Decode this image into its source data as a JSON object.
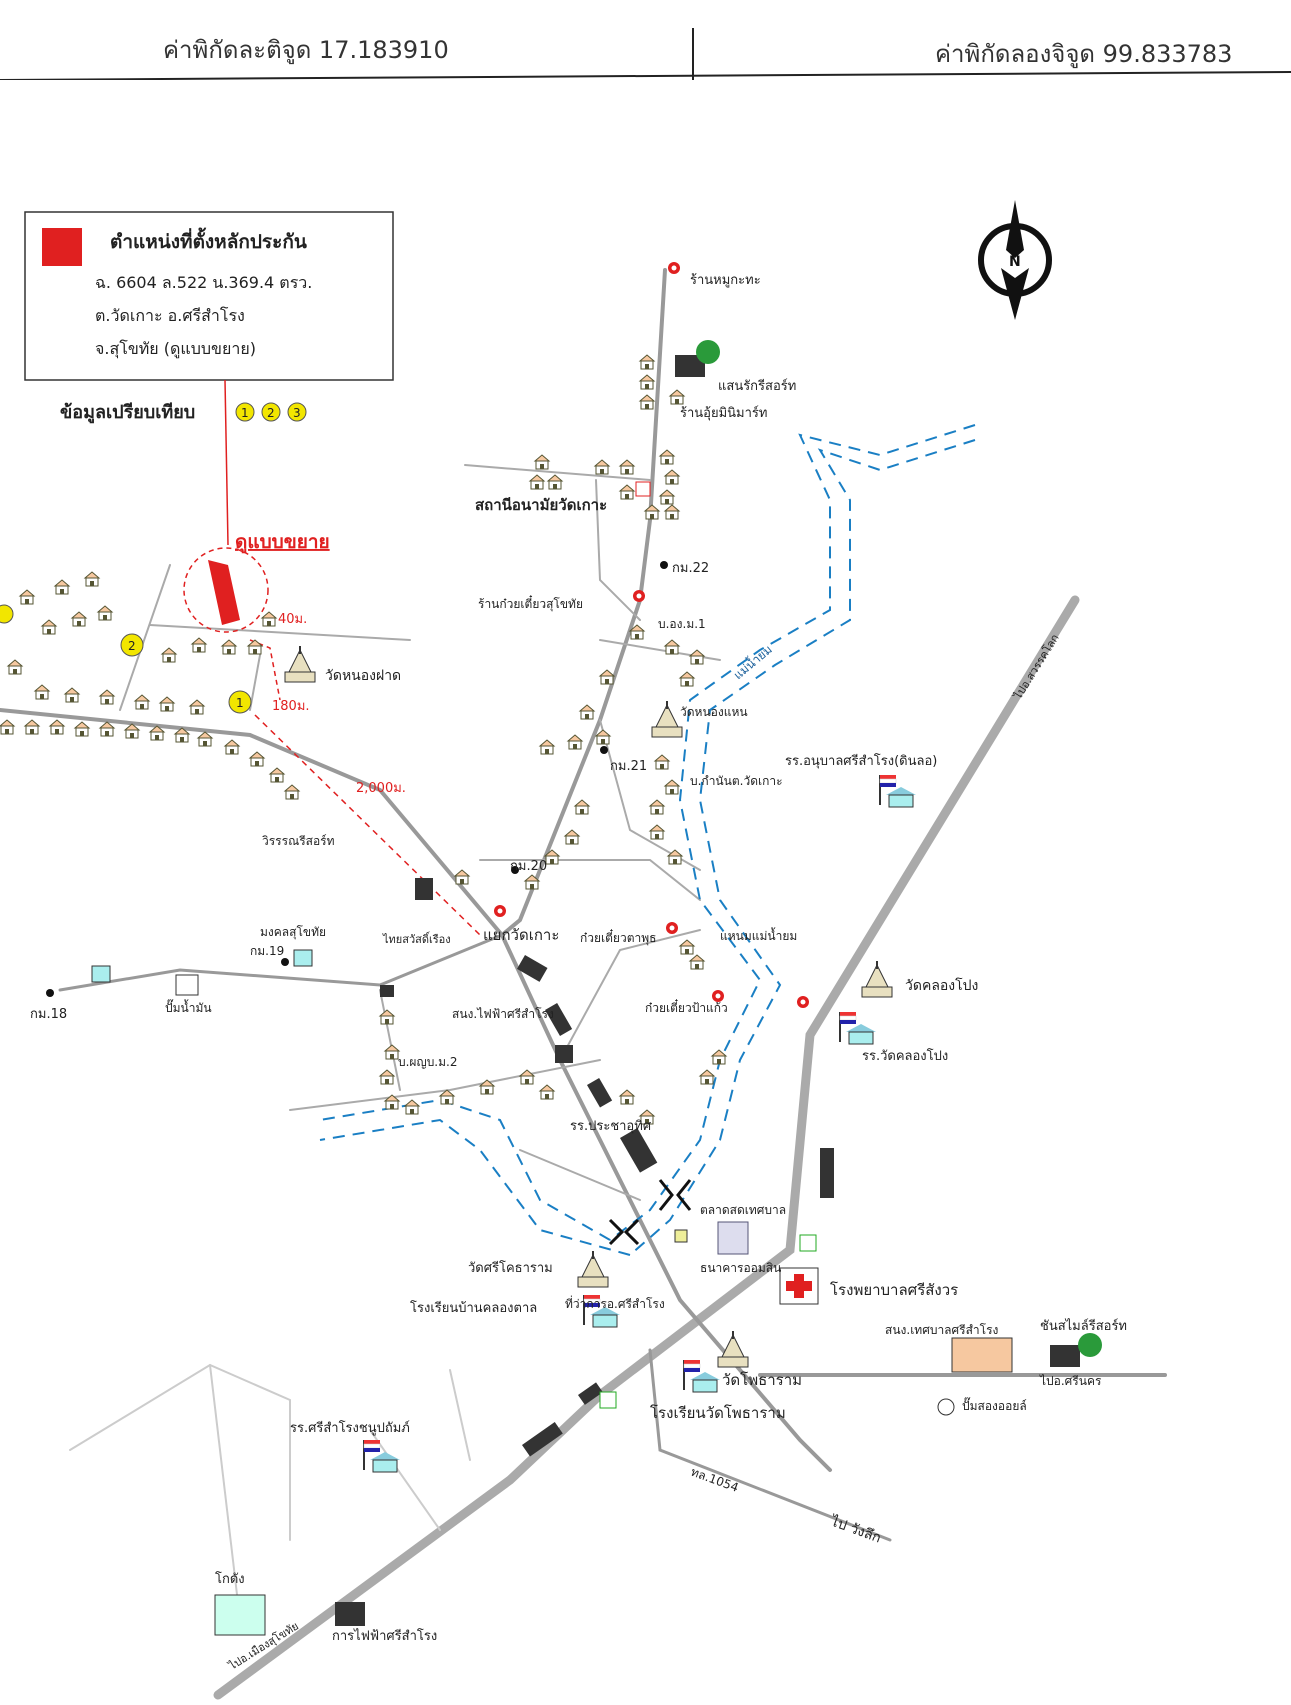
{
  "header": {
    "lat_label": "ค่าพิกัดละติจูด 17.183910",
    "lon_label": "ค่าพิกัดลองจิจูด 99.833783"
  },
  "legend": {
    "title": "ตำแหน่งที่ตั้งหลักประกัน",
    "line1": "ฉ. 6604  ล.522  น.369.4 ตรว.",
    "line2": "ต.วัดเกาะ  อ.ศรีสำโรง",
    "line3": "จ.สุโขทัย  (ดูแบบขยาย)",
    "color": "#e02020"
  },
  "comparison": {
    "label": "ข้อมูลเปรียบเทียบ",
    "markers": [
      "1",
      "2",
      "3"
    ],
    "color": "#f2e600"
  },
  "callout": {
    "label": "ดูแบบขยาย"
  },
  "distances": {
    "d40": "40ม.",
    "d180": "180ม.",
    "d2000": "2,000ม."
  },
  "compass": {
    "letter": "N"
  },
  "places": [
    "ร้านหมูกะทะ",
    "แสนรักรีสอร์ท",
    "ร้านอุ้ยมินิมาร์ท",
    "สถานีอนามัยวัดเกาะ",
    "กม.22",
    "ร้านก๋วยเตี๋ยวสุโขทัย",
    "บ.อง.ม.1",
    "วัดหนองฝาด",
    "วัดหนองแหน",
    "กม.21",
    "บ.กำนันต.วัดเกาะ",
    "รร.อนุบาลศรีสำโรง(ดินลอ)",
    "วิรรรณรีสอร์ท",
    "กม.20",
    "แยกวัดเกาะ",
    "ก๋วยเตี๋ยวตาพุธ",
    "แหนมแม่น้ำยม",
    "มงคลสุโขทัย",
    "กม.19",
    "ไทยสวัสดิ์เรือง",
    "กม.18",
    "ปั๊มน้ำมัน",
    "วัดคลองโปง",
    "ก๋วยเตี๋ยวป้าแก้ว",
    "รร.วัดคลองโปง",
    "สนง.ไฟฟ้าศรีสำโรง",
    "บ.ผญบ.ม.2",
    "รร.ประชาอุทิศ",
    "ตลาดสดเทศบาล",
    "วัดศรีโคธาราม",
    "ธนาคารออมสิน",
    "โรงพยาบาลศรีสังวร",
    "โรงเรียนบ้านคลองตาล",
    "ที่ว่าการอ.ศรีสำโรง",
    "สนง.เทศบาลศรีสำโรง",
    "ชันสไมล์รีสอร์ท",
    "วัดโพธาราม",
    "โรงเรียนวัดโพธาราม",
    "ปั๊มสองออยล์",
    "รร.ศรีสำโรงชนูปถัมภ์",
    "โกดัง",
    "การไฟฟ้าศรีสำโรง",
    "ไป วังลึก",
    "แม่น้ำยม",
    "ทล.1054",
    "ไปอ.ศรีนคร",
    "ไปอ.สวรรคโลก",
    "ไปอ.เมืองสุโขทัย"
  ]
}
